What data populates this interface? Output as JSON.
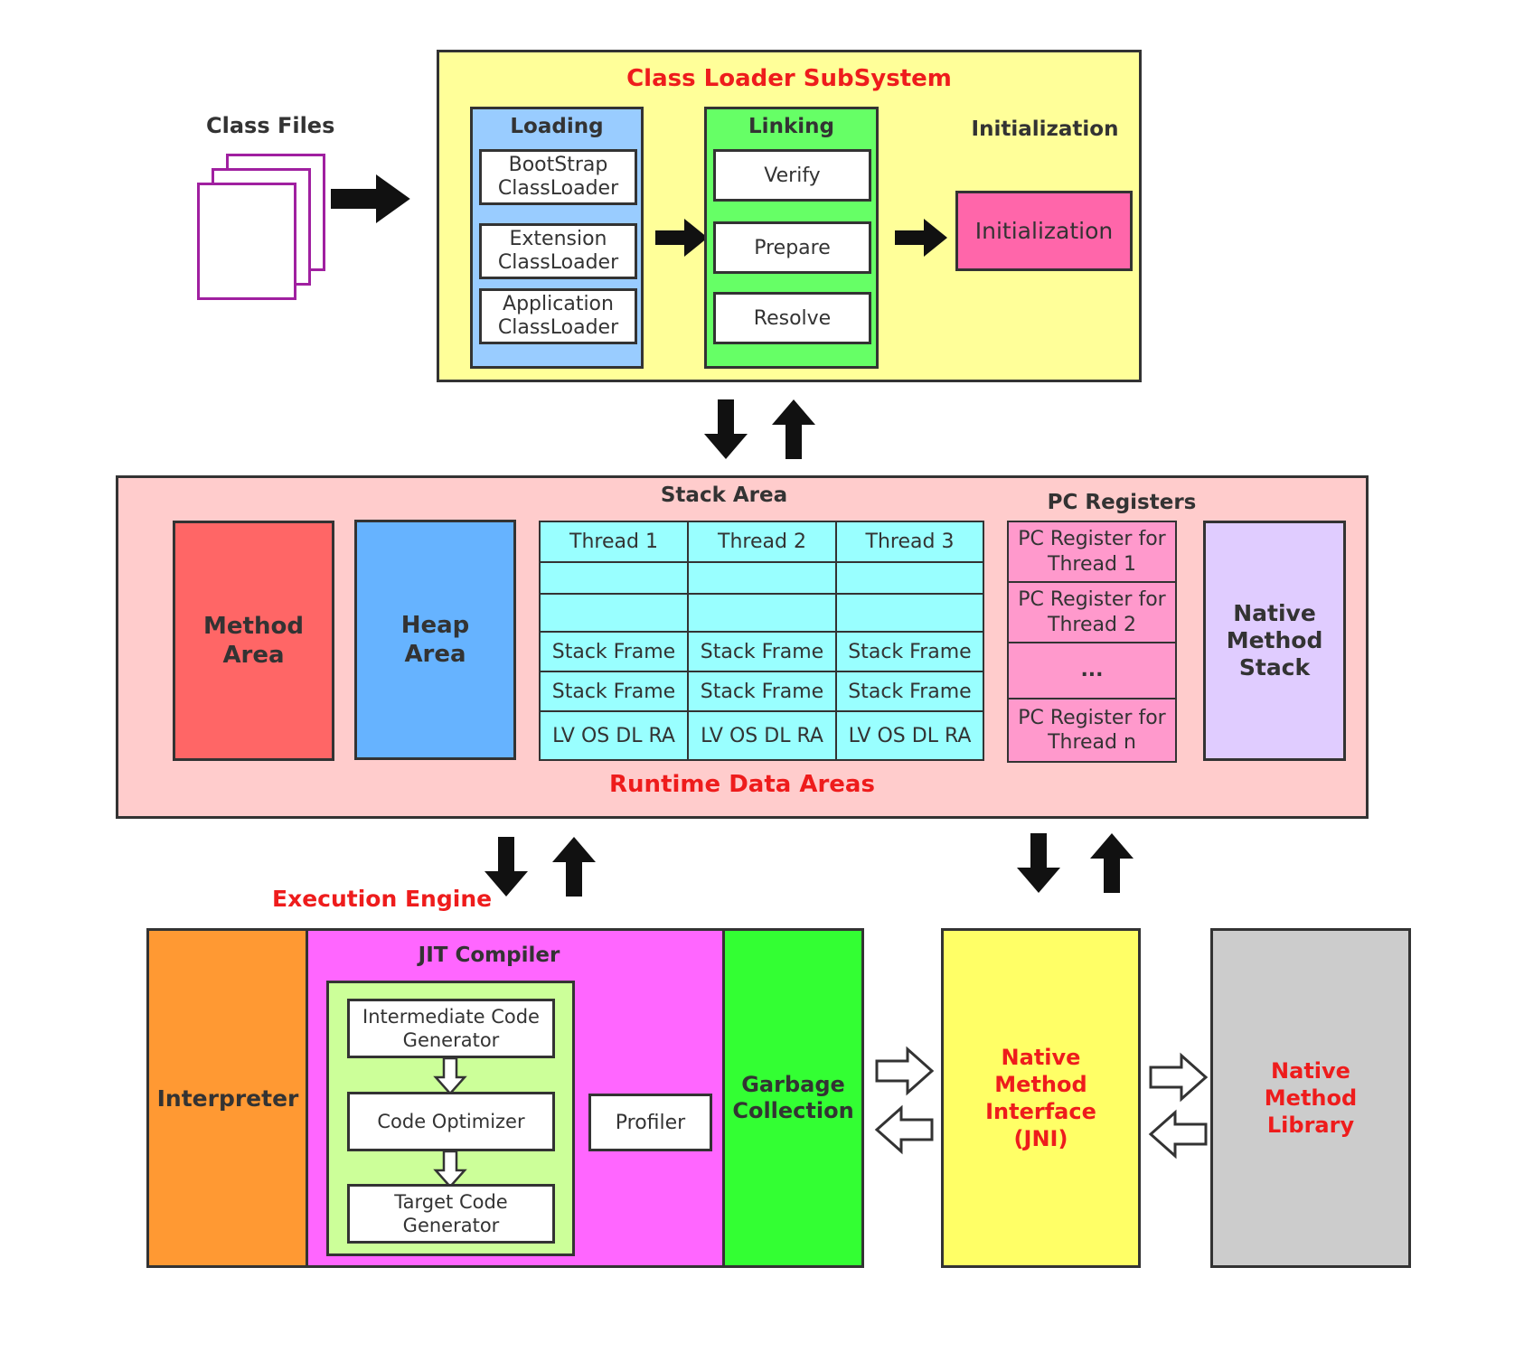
{
  "class_files": {
    "label": "Class Files"
  },
  "class_loader": {
    "title": "Class Loader SubSystem",
    "loading": {
      "title": "Loading",
      "items": [
        "BootStrap ClassLoader",
        "Extension ClassLoader",
        "Application ClassLoader"
      ]
    },
    "linking": {
      "title": "Linking",
      "items": [
        "Verify",
        "Prepare",
        "Resolve"
      ]
    },
    "initialization": {
      "title": "Initialization",
      "box": "Initialization"
    }
  },
  "runtime": {
    "title": "Runtime Data Areas",
    "method_area": "Method Area",
    "heap_area": "Heap Area",
    "stack_area": {
      "title": "Stack Area",
      "threads": [
        "Thread 1",
        "Thread 2",
        "Thread 3"
      ],
      "frame": "Stack Frame",
      "locals": "LV OS DL RA"
    },
    "pc_registers": {
      "title": "PC Registers",
      "items": [
        "PC Register for Thread 1",
        "PC Register for Thread 2",
        "...",
        "PC Register for Thread n"
      ]
    },
    "native_stack": "Native Method Stack"
  },
  "execution": {
    "title": "Execution Engine",
    "interpreter": "Interpreter",
    "jit": {
      "title": "JIT Compiler",
      "steps": [
        "Intermediate Code Generator",
        "Code Optimizer",
        "Target Code Generator"
      ],
      "profiler": "Profiler"
    },
    "gc": "Garbage Collection"
  },
  "jni": "Native Method Interface (JNI)",
  "native_library": "Native Method Library",
  "colors": {
    "class_loader_bg": "#ffff99",
    "loading_bg": "#99ccff",
    "linking_bg": "#66ff66",
    "init_box_bg": "#ff66aa",
    "runtime_bg": "#ffcccc",
    "method_area_bg": "#ff6666",
    "heap_area_bg": "#66b3ff",
    "thread_cell_bg": "#99ffff",
    "pc_bg": "#ff99cc",
    "native_stack_bg": "#e0ccff",
    "interpreter_bg": "#ff9933",
    "jit_bg": "#ff66ff",
    "jit_inner_bg": "#ccff99",
    "gc_bg": "#33ff33",
    "jni_bg": "#ffff66",
    "native_lib_bg": "#cccccc",
    "accent_red": "#ee1c1c"
  }
}
